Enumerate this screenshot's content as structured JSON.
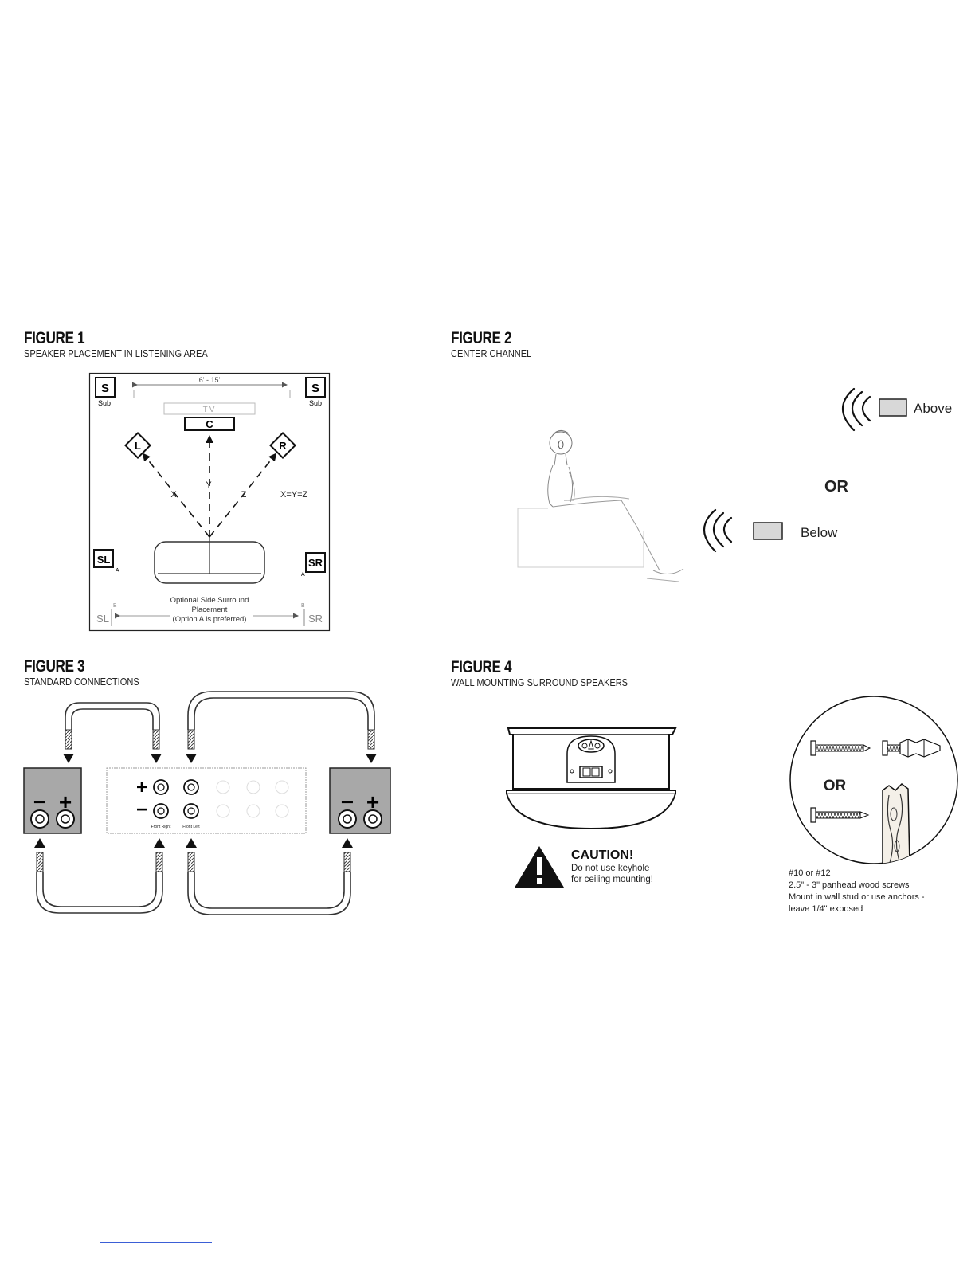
{
  "figure1": {
    "title": "FIGURE 1",
    "subtitle": "SPEAKER PLACEMENT IN LISTENING AREA",
    "distance": "6' - 15'",
    "tv": "TV",
    "center": "C",
    "left": "L",
    "right": "R",
    "sub_letter": "S",
    "sub_label": "Sub",
    "x": "X",
    "y": "Y",
    "z": "Z",
    "equation": "X=Y=Z",
    "surround_left": "SL",
    "surround_right": "SR",
    "option_a": "A",
    "option_b": "B",
    "note_line1": "Optional Side Surround",
    "note_line2": "Placement",
    "note_line3": "(Option A is preferred)"
  },
  "figure2": {
    "title": "FIGURE 2",
    "subtitle": "CENTER CHANNEL",
    "above": "Above",
    "or": "OR",
    "below": "Below"
  },
  "figure3": {
    "title": "FIGURE 3",
    "subtitle": "STANDARD CONNECTIONS",
    "plus": "+",
    "minus": "−",
    "front_right": "Front Right",
    "front_left": "Front Left"
  },
  "figure4": {
    "title": "FIGURE 4",
    "subtitle": "WALL MOUNTING SURROUND SPEAKERS",
    "caution_title": "CAUTION!",
    "caution_line1": "Do not use keyhole",
    "caution_line2": "for ceiling mounting!",
    "or": "OR",
    "note_line1": "#10 or #12",
    "note_line2": "2.5\" - 3\" panhead wood screws",
    "note_line3": "Mount in wall stud or use anchors -",
    "note_line4": "leave 1/4\" exposed"
  }
}
